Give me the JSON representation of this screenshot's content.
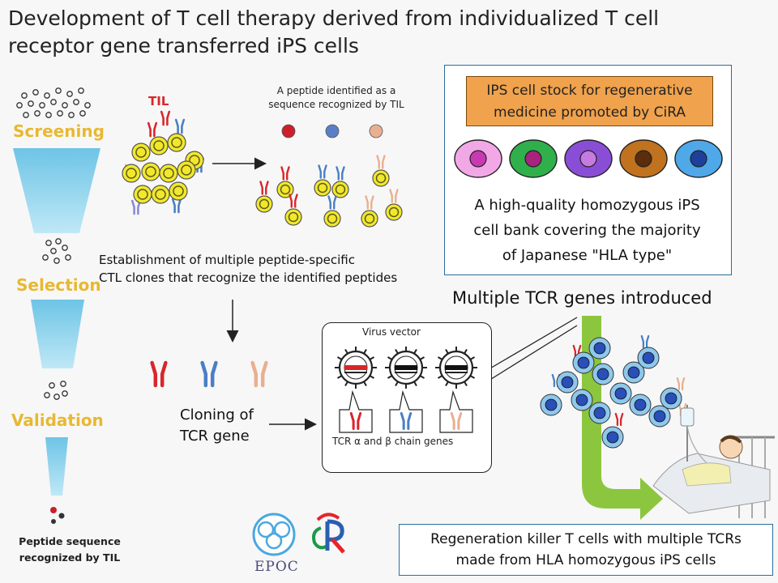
{
  "title_line1": "Development of T cell therapy derived from individualized T cell",
  "title_line2": "receptor gene transferred iPS cells",
  "stages": {
    "screening": "Screening",
    "selection": "Selection",
    "validation": "Validation"
  },
  "til_label": "TIL",
  "peptide_note_line1": "A peptide identified as a",
  "peptide_note_line2": "sequence recognized by TIL",
  "establishment_line1": "Establishment of multiple peptide-specific",
  "establishment_line2": "CTL clones that recognize the identified peptides",
  "cloning_line1": "Cloning of",
  "cloning_line2": "TCR gene",
  "virus_vector": "Virus vector",
  "tcr_chain_genes": "TCR α and β chain genes",
  "ips_stock_line1": "IPS cell stock for regenerative",
  "ips_stock_line2": "medicine promoted by CiRA",
  "ips_bank_line1": "A high-quality homozygous iPS",
  "ips_bank_line2": "cell bank covering the majority",
  "ips_bank_line3": "of Japanese \"HLA type\"",
  "multiple_tcr": "Multiple TCR genes introduced",
  "regen_line1": "Regeneration killer T cells with multiple TCRs",
  "regen_line2": "made from HLA homozygous iPS cells",
  "peptide_result_line1": "Peptide sequence",
  "peptide_result_line2": "recognized by TIL",
  "logo_epoc": "EPOC",
  "colors": {
    "funnel": "#8fd3ea",
    "stage_label": "#e8b830",
    "ips_title_bg": "#f0a24c",
    "box_border": "#2a6f9a",
    "arrow_green": "#8cc63f",
    "til_red": "#d9262b",
    "cell_yellow": "#f2e82a",
    "killer_blue": "#3a8ad6"
  },
  "ips_cells": [
    {
      "outer": "#f2a8e6",
      "inner": "#c93ab2"
    },
    {
      "outer": "#2fb04a",
      "inner": "#a7237f"
    },
    {
      "outer": "#8a4ed6",
      "inner": "#c67be0"
    },
    {
      "outer": "#c0721e",
      "inner": "#5a2e0c"
    },
    {
      "outer": "#4fa8e8",
      "inner": "#1f3f9c"
    }
  ],
  "peptide_dots": [
    "#cc1f2b",
    "#5a7fc8",
    "#e8b090"
  ],
  "receptor_colors": [
    "#d9262b",
    "#4a7fc4",
    "#e8b090"
  ]
}
